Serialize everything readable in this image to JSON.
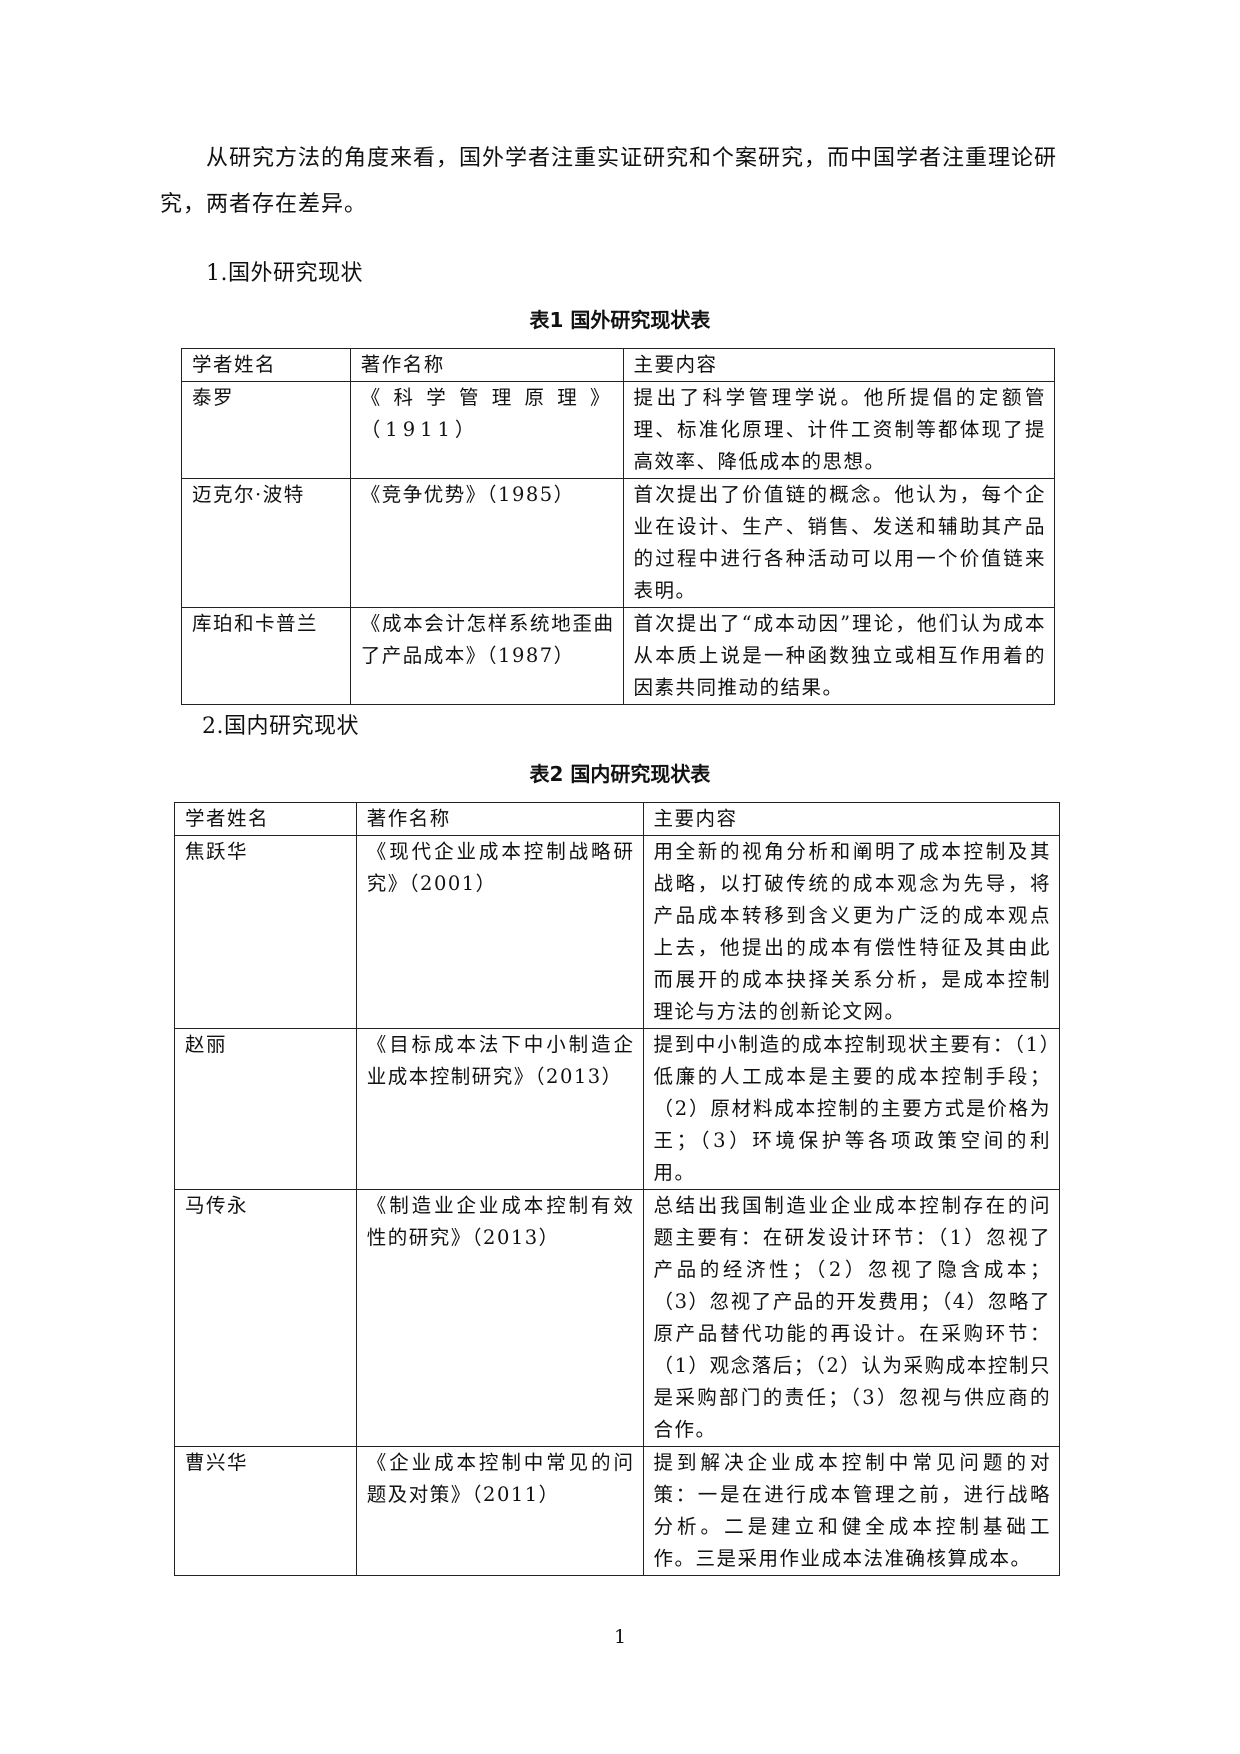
{
  "intro": {
    "paragraph": "从研究方法的角度来看，国外学者注重实证研究和个案研究，而中国学者注重理论研究，两者存在差异。"
  },
  "section1": {
    "heading": "1.国外研究现状",
    "table_caption": "表1 国外研究现状表",
    "columns": [
      "学者姓名",
      "著作名称",
      "主要内容"
    ],
    "rows": [
      {
        "scholar": "泰罗",
        "work": "《科学管理原理》（1911）",
        "content": "提出了科学管理学说。他所提倡的定额管理、标准化原理、计件工资制等都体现了提高效率、降低成本的思想。"
      },
      {
        "scholar": "迈克尔·波特",
        "work": "《竞争优势》（1985）",
        "content": "首次提出了价值链的概念。他认为，每个企业在设计、生产、销售、发送和辅助其产品的过程中进行各种活动可以用一个价值链来表明。"
      },
      {
        "scholar": "库珀和卡普兰",
        "work": "《成本会计怎样系统地歪曲了产品成本》（1987）",
        "content": "首次提出了“成本动因”理论，他们认为成本从本质上说是一种函数独立或相互作用着的因素共同推动的结果。"
      }
    ]
  },
  "section2": {
    "heading": "2.国内研究现状",
    "table_caption": "表2 国内研究现状表",
    "columns": [
      "学者姓名",
      "著作名称",
      "主要内容"
    ],
    "rows": [
      {
        "scholar": "焦跃华",
        "work": "《现代企业成本控制战略研究》（2001）",
        "content": "用全新的视角分析和阐明了成本控制及其战略，以打破传统的成本观念为先导，将产品成本转移到含义更为广泛的成本观点上去，他提出的成本有偿性特征及其由此而展开的成本抉择关系分析，是成本控制理论与方法的创新论文网。"
      },
      {
        "scholar": "赵丽",
        "work": "《目标成本法下中小制造企业成本控制研究》（2013）",
        "content": "提到中小制造的成本控制现状主要有：（1）低廉的人工成本是主要的成本控制手段；（2）原材料成本控制的主要方式是价格为王；（3）环境保护等各项政策空间的利用。"
      },
      {
        "scholar": "马传永",
        "work": "《制造业企业成本控制有效性的研究》（2013）",
        "content": "总结出我国制造业企业成本控制存在的问题主要有：在研发设计环节：（1）忽视了产品的经济性；（2）忽视了隐含成本；（3）忽视了产品的开发费用；（4）忽略了原产品替代功能的再设计。在采购环节：（1）观念落后；（2）认为采购成本控制只是采购部门的责任；（3）忽视与供应商的合作。"
      },
      {
        "scholar": "曹兴华",
        "work": "《企业成本控制中常见的问题及对策》（2011）",
        "content": "提到解决企业成本控制中常见问题的对策：一是在进行成本管理之前，进行战略分析。二是建立和健全成本控制基础工作。三是采用作业成本法准确核算成本。"
      }
    ]
  },
  "footer": {
    "page_number": "1"
  }
}
